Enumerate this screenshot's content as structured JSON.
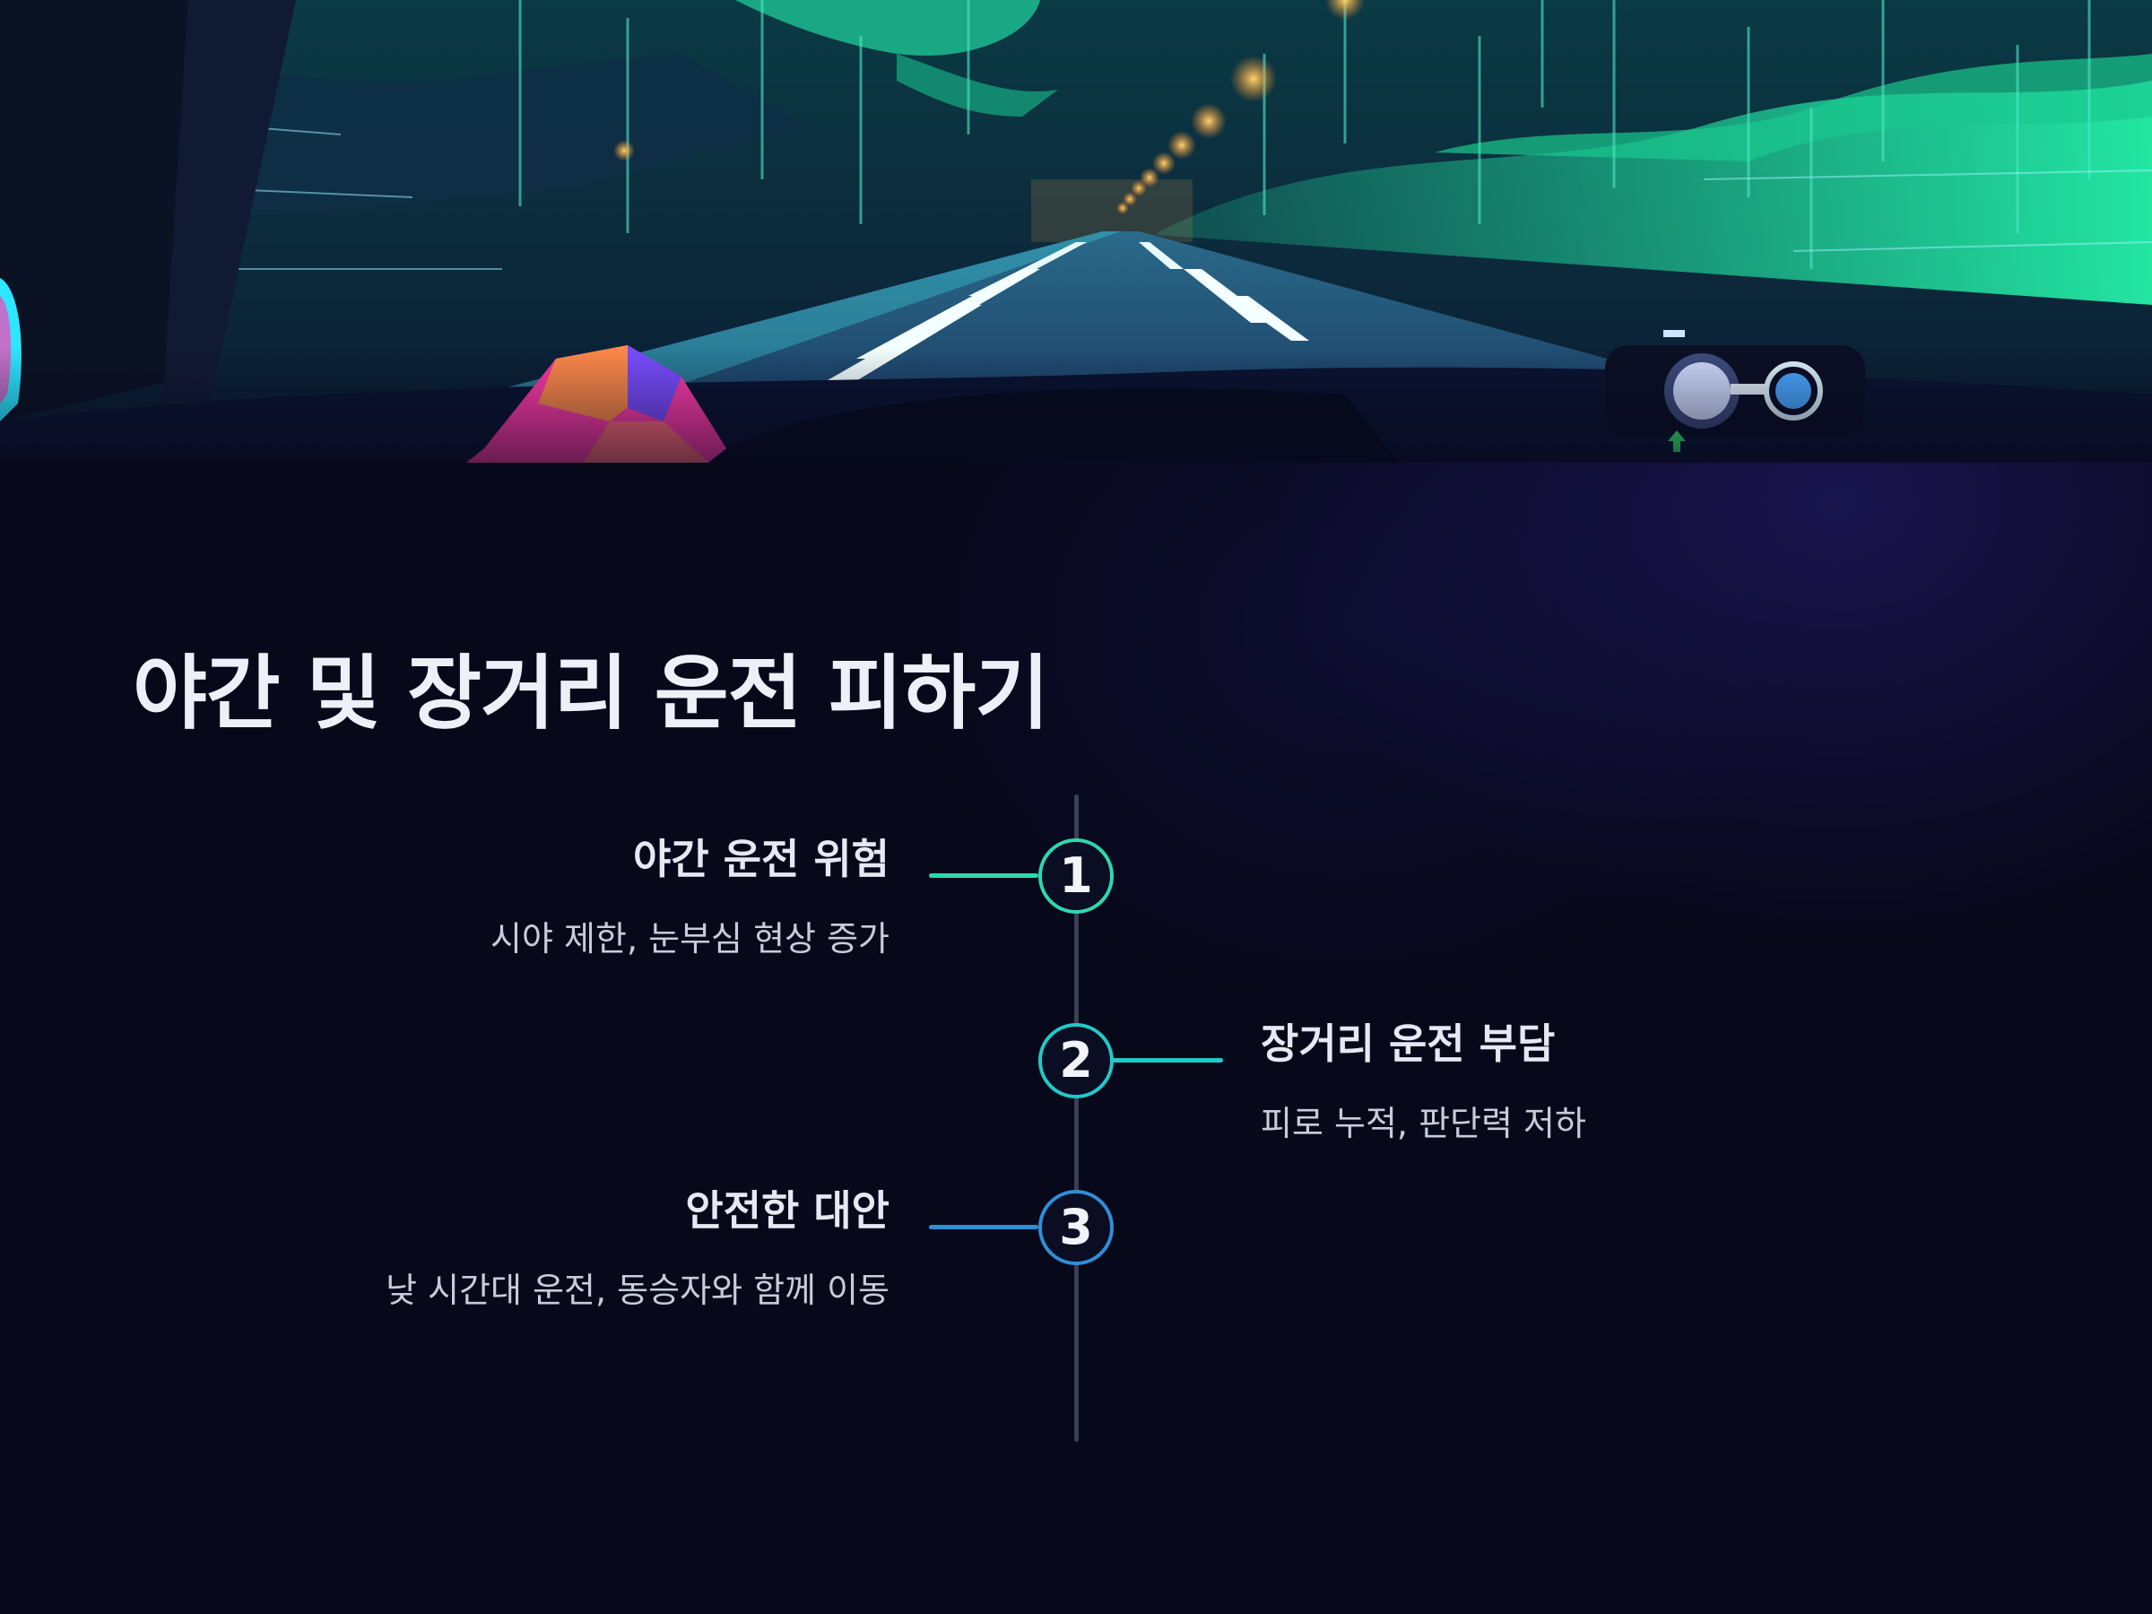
{
  "slide": {
    "title": "야간 및 장거리 운전 피하기",
    "timeline": [
      {
        "number": "1",
        "title": "야간 운전 위험",
        "description": "시야 제한, 눈부심 현상 증가",
        "side": "left",
        "accent": "#2ed8b0"
      },
      {
        "number": "2",
        "title": "장거리 운전 부담",
        "description": "피로 누적, 판단력 저하",
        "side": "right",
        "accent": "#22c9c9"
      },
      {
        "number": "3",
        "title": "안전한 대안",
        "description": "낮 시간대 운전, 동승자와 함께 이동",
        "side": "left",
        "accent": "#2e8fd8"
      }
    ]
  },
  "colors": {
    "background": "#07081a",
    "title": "#eef0f8",
    "axis": "#3c4054"
  }
}
